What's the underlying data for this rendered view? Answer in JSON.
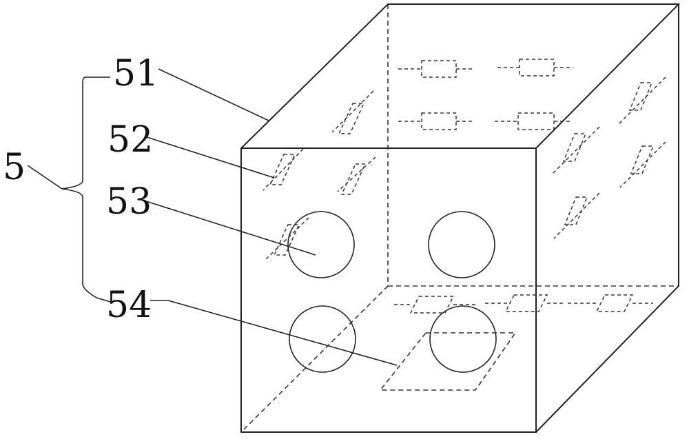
{
  "labels": {
    "main": "5",
    "part_51": "51",
    "part_52": "52",
    "part_53": "53",
    "part_54": "54"
  },
  "colors": {
    "line": "#222222",
    "background": "#ffffff"
  }
}
